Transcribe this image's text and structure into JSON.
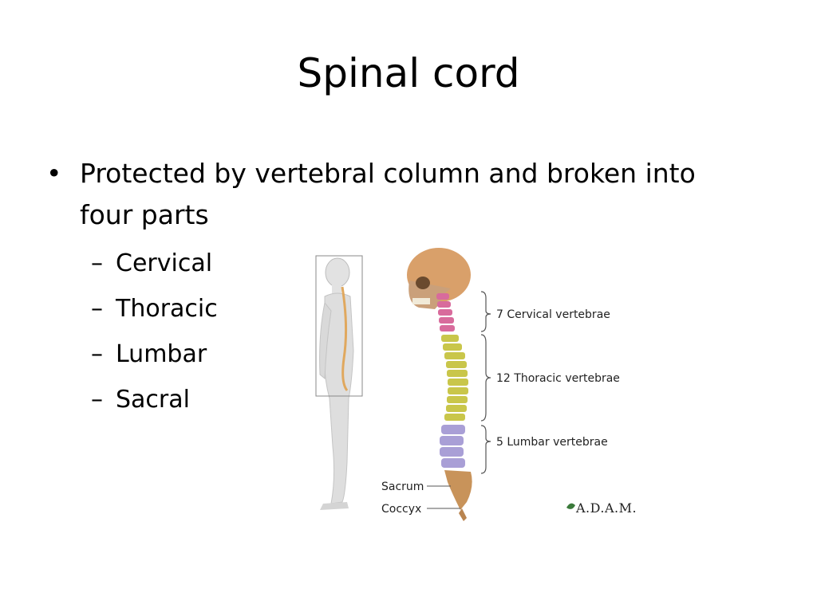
{
  "slide": {
    "title": "Spinal cord",
    "bullet": {
      "text": "Protected by vertebral column and broken into four parts",
      "subitems": [
        "Cervical",
        "Thoracic",
        "Lumbar",
        "Sacral"
      ]
    },
    "figure": {
      "labels": {
        "cervical": "7 Cervical vertebrae",
        "thoracic": "12 Thoracic vertebrae",
        "lumbar": "5 Lumbar vertebrae",
        "sacrum": "Sacrum",
        "coccyx": "Coccyx"
      },
      "watermark": "A.D.A.M.",
      "colors": {
        "cervical": "#d86b9c",
        "thoracic": "#c9c64a",
        "lumbar": "#a99fd6",
        "sacrum": "#c8935a",
        "skull": "#d9a06a",
        "body": "#dcdcdc"
      }
    }
  }
}
